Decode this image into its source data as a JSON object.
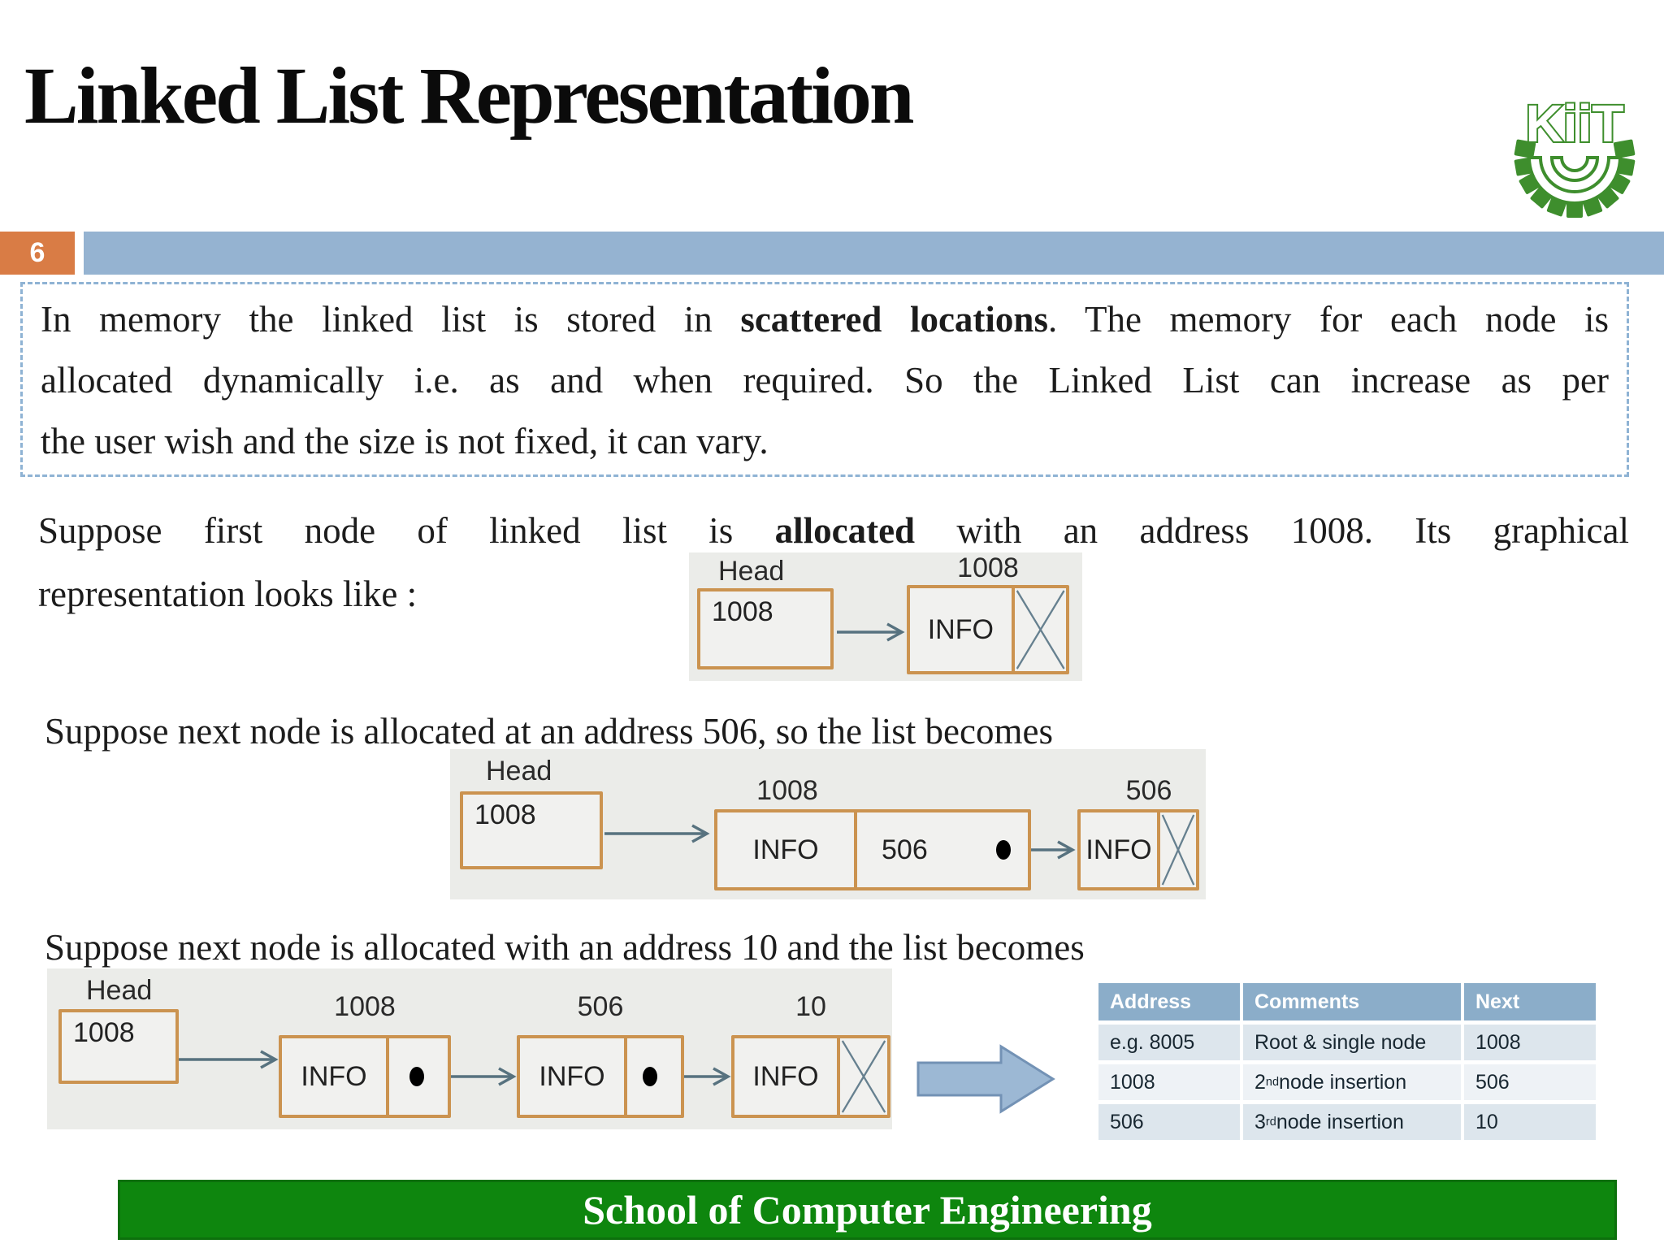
{
  "slide": {
    "title": "Linked List Representation",
    "page_number": "6",
    "footer": "School of Computer Engineering",
    "logo_text": "KiiT"
  },
  "intro_box": {
    "line1_pre": "In memory the linked list is stored in ",
    "line1_bold": "scattered locations",
    "line1_post": ". The memory for each node is",
    "line2": "allocated dynamically i.e. as and when required. So the Linked List can increase as per",
    "line3": "the user wish and the size is not fixed, it can vary."
  },
  "paragraphs": {
    "first_node_pre": "Suppose first node of linked list is ",
    "first_node_bold": "allocated",
    "first_node_post": " with an address 1008. Its graphical",
    "first_node_line2": "representation looks like :",
    "second_node": "Suppose next node is allocated at an address 506, so the list becomes",
    "third_node": "Suppose next node is allocated with an address 10 and the list becomes"
  },
  "diagram1": {
    "head_label": "Head",
    "head_value": "1008",
    "node1_address": "1008",
    "node1_info": "INFO"
  },
  "diagram2": {
    "head_label": "Head",
    "head_value": "1008",
    "node1_address": "1008",
    "node1_info": "INFO",
    "node1_next": "506",
    "node2_address": "506",
    "node2_info": "INFO"
  },
  "diagram3": {
    "head_label": "Head",
    "head_value": "1008",
    "node1_address": "1008",
    "node1_info": "INFO",
    "node2_address": "506",
    "node2_info": "INFO",
    "node3_address": "10",
    "node3_info": "INFO"
  },
  "table": {
    "headers": [
      "Address",
      "Comments",
      "Next"
    ],
    "rows": [
      {
        "address": "e.g. 8005",
        "comment": {
          "pre": "Root & single node",
          "sup": "",
          "post": ""
        },
        "next": "1008"
      },
      {
        "address": "1008",
        "comment": {
          "pre": "2",
          "sup": "nd",
          "post": " node insertion"
        },
        "next": "506"
      },
      {
        "address": "506",
        "comment": {
          "pre": "3",
          "sup": "rd",
          "post": " node insertion"
        },
        "next": "10"
      }
    ]
  },
  "colors": {
    "accent_blue": "#95b3d1",
    "accent_orange": "#d97c45",
    "table_header_blue": "#8badc9",
    "diagram_border_orange": "#cb9350",
    "footer_green": "#0e860e",
    "logo_green": "#3e8e2d"
  }
}
